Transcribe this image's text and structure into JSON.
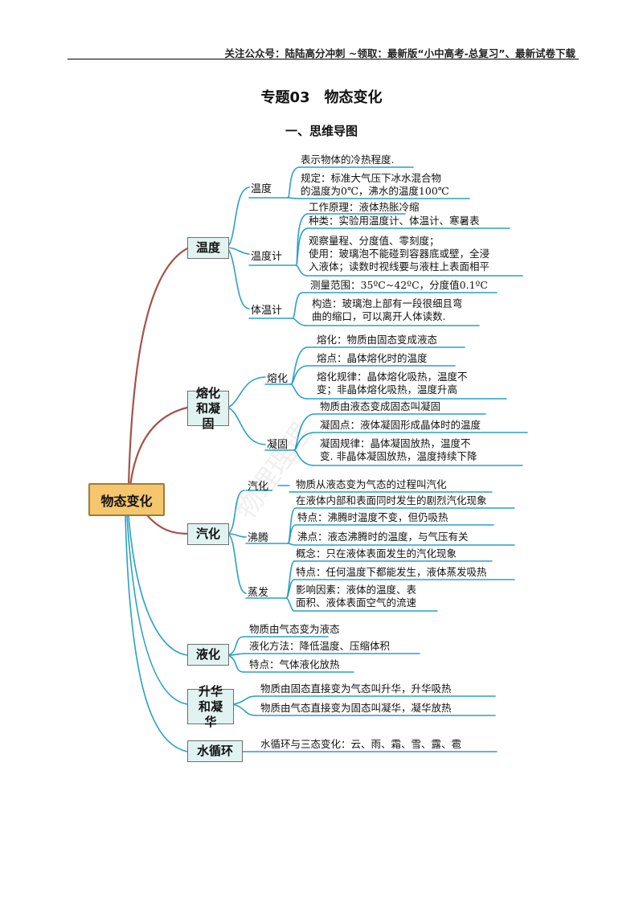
{
  "header": "关注公众号：陆陆高分冲刺  ~领取：最新版“小中高考-总复习”、最新试卷下载",
  "title": "专题03　物态变化",
  "subtitle": "一、思维导图",
  "watermark": "物理理理",
  "root": "物态变化",
  "branches": {
    "b1": "温度",
    "b2": "熔化和凝固",
    "b3": "汽化",
    "b4": "液化",
    "b5": "升华和凝华",
    "b6": "水循环"
  },
  "subs": {
    "s1": "温度",
    "s2": "温度计",
    "s3": "体温计",
    "s4": "熔化",
    "s5": "凝固",
    "s6": "汽化",
    "s7": "沸腾",
    "s8": "蒸发"
  },
  "leaves": {
    "l1": "表示物体的冷热程度.",
    "l2": "规定：标准大气压下冰水混合物",
    "l3": "的温度为0℃，沸水的温度100℃",
    "l4": "工作原理：液体热胀冷缩",
    "l5": "种类：实验用温度计、体温计、寒暑表",
    "l6": "观察量程、分度值、零刻度；",
    "l7": "使用：玻璃泡不能碰到容器底或壁，全浸",
    "l8": "入液体；读数时视线要与液柱上表面相平",
    "l9": "测量范围：35ºC~42ºC，分度值0.1ºC",
    "l10": "构造：玻璃泡上部有一段很细且弯",
    "l11": "曲的缩口，可以离开人体读数.",
    "l12": "熔化：物质由固态变成液态",
    "l13": "熔点：晶体熔化时的温度",
    "l14": "熔化规律：晶体熔化吸热，温度不",
    "l15": "变；非晶体熔化吸热，温度升高",
    "l16": "物质由液态变成固态叫凝固",
    "l17": "凝固点：液体凝固形成晶体时的温度",
    "l18": "凝固规律：晶体凝固放热，温度不",
    "l19": "变. 非晶体凝固放热，温度持续下降",
    "l20": "物质从液态变为气态的过程叫汽化",
    "l21": "在液体内部和表面同时发生的剧烈汽化现象",
    "l22": "特点：沸腾时温度不变，但仍吸热",
    "l23": "沸点：液态沸腾时的温度，与气压有关",
    "l24": "概念：只在液体表面发生的汽化现象",
    "l25": "特点：任何温度下都能发生，液体蒸发吸热",
    "l26": "影响因素：液体的温度、表",
    "l27": "面积、液体表面空气的流速",
    "l28": "物质由气态变为液态",
    "l29": "液化方法：降低温度、压缩体积",
    "l30": "特点：气体液化放热",
    "l31": "物质由固态直接变为气态叫升华，升华吸热",
    "l32": "物质由气态直接变为固态叫凝华，凝华放热",
    "l33": "水循环与三态变化：云、雨、霜、雪、露、雹"
  },
  "colors": {
    "line": "#2aa1c6",
    "mainBranch": "#a4534a",
    "rootFill": "#f5c66e",
    "boxFill": "#e1f3f1"
  }
}
